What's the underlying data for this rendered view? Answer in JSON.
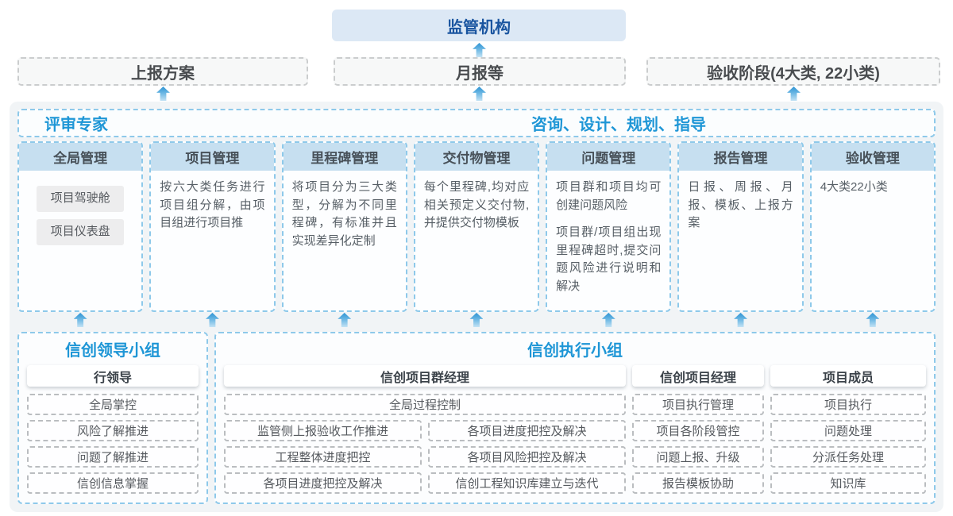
{
  "top": {
    "regulator": "监管机构",
    "outputs": [
      "上报方案",
      "月报等",
      "验收阶段(4大类, 22小类)"
    ]
  },
  "middle": {
    "left_role": "评审专家",
    "right_role": "咨询、设计、规划、指导",
    "columns": [
      {
        "title": "全局管理",
        "chips": [
          "项目驾驶舱",
          "项目仪表盘"
        ]
      },
      {
        "title": "项目管理",
        "p1": "按六大类任务进行项目组分解，由项目组进行项目推"
      },
      {
        "title": "里程碑管理",
        "p1": "将项目分为三大类型，分解为不同里程碑，有标准并且实现差异化定制"
      },
      {
        "title": "交付物管理",
        "p1": "每个里程碑,均对应相关预定义交付物,并提供交付物模板"
      },
      {
        "title": "问题管理",
        "p1": "项目群和项目均可创建问题风险",
        "p2": "项目群/项目组出现里程碑超时,提交问题风险进行说明和解决"
      },
      {
        "title": "报告管理",
        "p1": "日报、周报、月报、模板、上报方案"
      },
      {
        "title": "验收管理",
        "p1": "4大类22小类"
      }
    ]
  },
  "bottom": {
    "leader_group": {
      "title": "信创领导小组",
      "role": "行领导",
      "items": [
        "全局掌控",
        "风险了解推进",
        "问题了解推进",
        "信创信息掌握"
      ]
    },
    "exec_group": {
      "title": "信创执行小组",
      "program_manager": {
        "role": "信创项目群经理",
        "full_item": "全局过程控制",
        "col1": [
          "监管侧上报验收工作推进",
          "工程整体进度把控",
          "各项目进度把控及解决"
        ],
        "col2": [
          "各项目进度把控及解决",
          "各项目风险把控及解决",
          "信创工程知识库建立与迭代"
        ]
      },
      "project_manager": {
        "role": "信创项目经理",
        "items": [
          "项目执行管理",
          "项目各阶段管控",
          "问题上报、升级",
          "报告模板协助"
        ]
      },
      "member": {
        "role": "项目成员",
        "items": [
          "项目执行",
          "问题处理",
          "分派任务处理",
          "知识库"
        ]
      }
    }
  },
  "colors": {
    "accent_blue": "#1e96d6",
    "dark_blue": "#1a55a0",
    "header_fill": "#c6dff0",
    "dashed_blue_border": "#8ec9ea",
    "regulator_fill": "#dce8f5",
    "container_fill": "#f1f4f6",
    "arrow_gradient_top": "#2e93d3",
    "arrow_gradient_bottom": "#c2e2f4"
  }
}
